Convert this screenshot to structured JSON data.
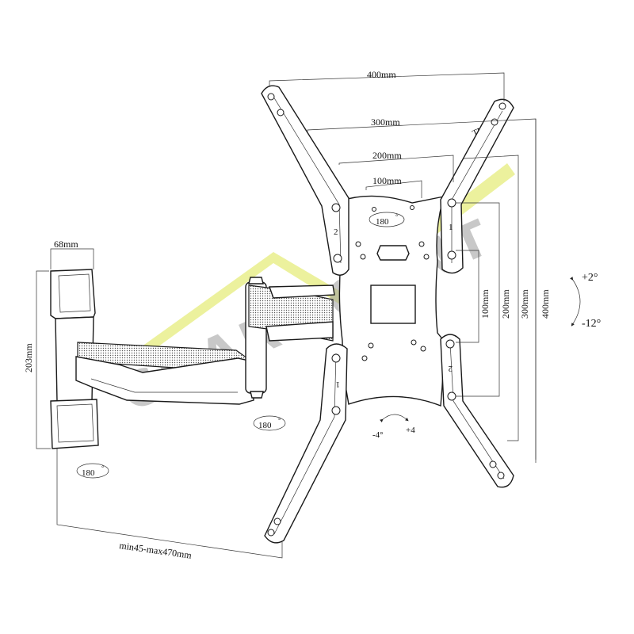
{
  "dimensions": {
    "arm_depth": "68mm",
    "wall_plate_height": "203mm",
    "extension": "min45-max470mm",
    "vesa_h_400": "400mm",
    "vesa_h_300": "300mm",
    "vesa_h_200": "200mm",
    "vesa_h_100": "100mm",
    "vesa_v_100": "100mm",
    "vesa_v_200": "200mm",
    "vesa_v_300": "300mm",
    "vesa_v_400": "400mm"
  },
  "rotation_labels": {
    "swivel_wall": "180",
    "swivel_elbow": "180",
    "swivel_head": "180",
    "degree_mark": "°",
    "tilt_up": "+2°",
    "tilt_down": "-12°",
    "level_minus": "-4°",
    "level_plus": "+4"
  },
  "arm_marks": {
    "upper_left": "2",
    "upper_right": "1",
    "lower_left": "1",
    "lower_right": "2"
  },
  "watermark": {
    "brand": "CHARMOUNT",
    "trademark": "TM"
  },
  "colors": {
    "line": "#1a1a1a",
    "watermark_yellow": "#e9ee8c",
    "watermark_gray": "#9a9a9a"
  }
}
